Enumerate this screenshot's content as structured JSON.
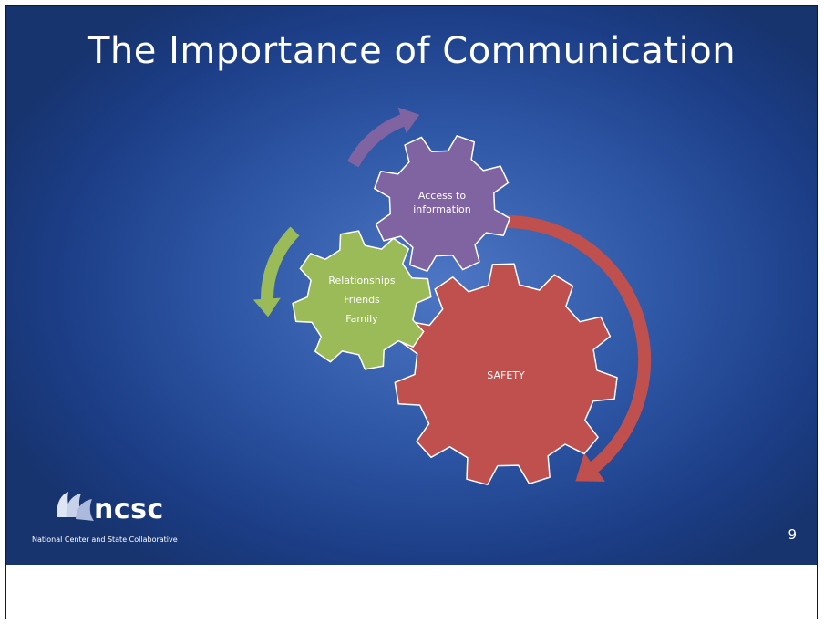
{
  "slide": {
    "title": "The Importance of Communication",
    "page_number": "9"
  },
  "gears": {
    "access": {
      "lines": [
        "Access to",
        "information"
      ],
      "color": "#8064a2"
    },
    "relationships": {
      "lines": [
        "Relationships",
        "Friends",
        "Family"
      ],
      "color": "#9bbb59"
    },
    "safety": {
      "lines": [
        "SAFETY"
      ],
      "color": "#c0504d"
    }
  },
  "logo": {
    "name": "ncsc",
    "tagline": "National Center and State Collaborative"
  },
  "colors": {
    "background": "#2e57a6",
    "purple": "#8064a2",
    "green": "#9bbb59",
    "red": "#c0504d"
  }
}
